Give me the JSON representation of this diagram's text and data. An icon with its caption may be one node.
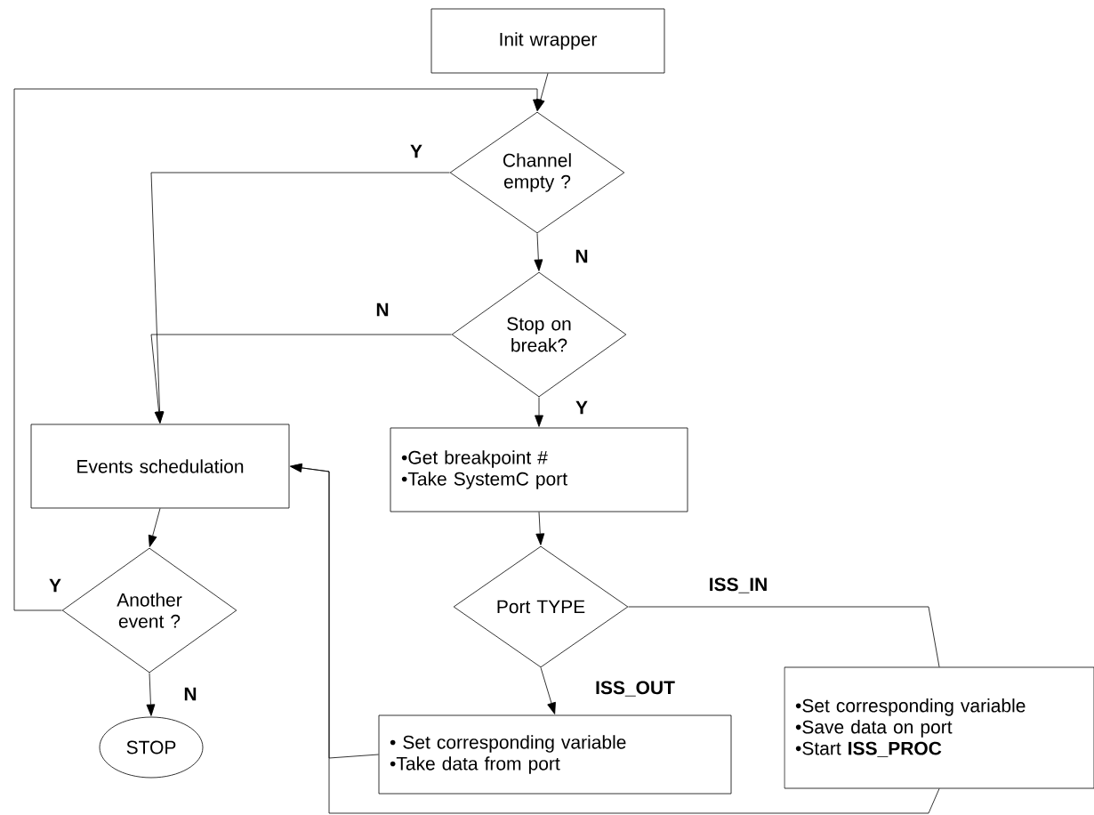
{
  "diagram": {
    "nodes": [
      {
        "text": [
          "Init wrapper"
        ]
      },
      {
        "text": [
          "Channel empty ?"
        ]
      },
      {
        "text": [
          "Stop on break?"
        ]
      },
      {
        "text": [
          "Events schedulation"
        ]
      },
      {
        "text": [
          "•Get breakpoint #",
          "•Take SystemC port"
        ]
      },
      {
        "text": [
          "Another event ?"
        ]
      },
      {
        "text": [
          "Port TYPE"
        ]
      },
      {
        "text": [
          "STOP"
        ]
      },
      {
        "text": [
          "• Set corresponding variable",
          "•Take data from port"
        ]
      },
      {
        "text": [
          "•Set corresponding variable",
          "•Save data on port",
          "•Start **ISS_PROC**"
        ]
      }
    ],
    "edges": [
      {
        "from": 0,
        "to": 1,
        "arrow": "to"
      },
      {
        "from": 1,
        "to": 2,
        "arrow": "to",
        "label": "N"
      },
      {
        "from": 1,
        "to": 3,
        "arrow": "to",
        "label": "Y"
      },
      {
        "from": 2,
        "to": 3,
        "arrow": "to",
        "label": "N"
      },
      {
        "from": 2,
        "to": 4,
        "arrow": "to",
        "label": "Y"
      },
      {
        "from": 3,
        "to": 5,
        "arrow": "to"
      },
      {
        "from": 5,
        "to": 7,
        "arrow": "to",
        "label": "N"
      },
      {
        "from": 5,
        "to": 1,
        "arrow": "to",
        "label": "Y"
      },
      {
        "from": 4,
        "to": 6,
        "arrow": "to"
      },
      {
        "from": 6,
        "to": 8,
        "arrow": "to",
        "label": "ISS_OUT"
      },
      {
        "from": 6,
        "to": 9,
        "arrow": "none",
        "label": "ISS_IN"
      },
      {
        "from": 8,
        "to": 3,
        "arrow": "to"
      },
      {
        "from": 9,
        "to": 3,
        "arrow": "to"
      }
    ]
  }
}
